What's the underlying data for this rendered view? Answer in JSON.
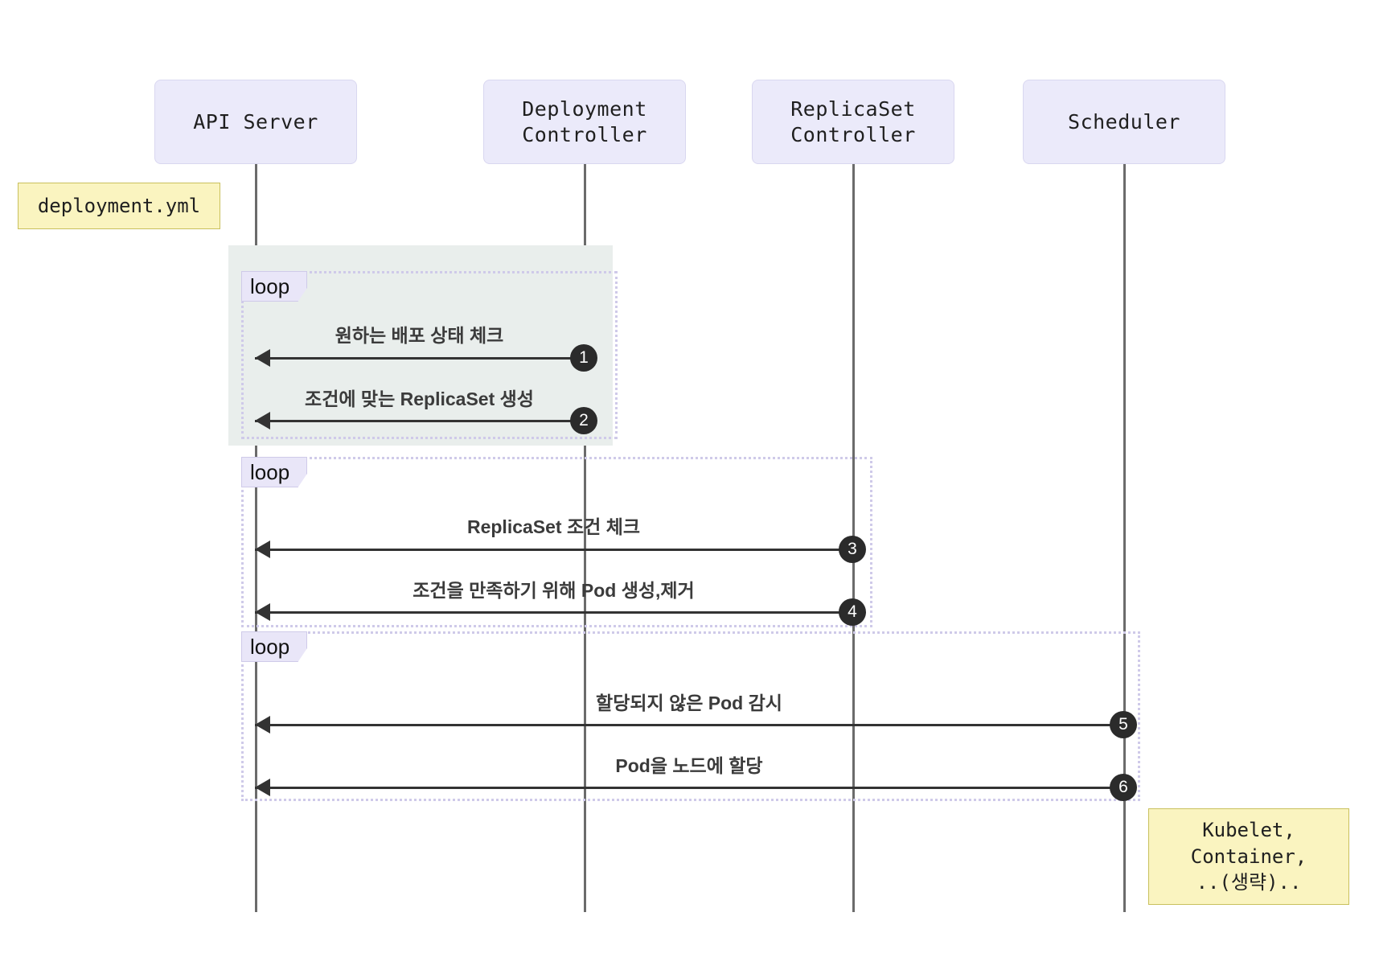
{
  "diagram": {
    "type": "sequence-diagram",
    "title": "Kubernetes Deployment sequence",
    "colors": {
      "participant_fill": "#ebeafa",
      "participant_border": "#d9d7f0",
      "note_fill": "#faf4c0",
      "note_border": "#c9c05d",
      "loop_shade": "#e9eeec",
      "loop_border": "#cfcae9",
      "loop_tag_fill": "#e9e6f8",
      "lifeline": "#6b6b6b",
      "message_line": "#333333",
      "badge_fill": "#2b2b2b",
      "label_text": "#3b3b3b"
    }
  },
  "participants": [
    {
      "id": "api-server",
      "label": "API Server"
    },
    {
      "id": "deployment-controller",
      "label": "Deployment\nController"
    },
    {
      "id": "replicaset-controller",
      "label": "ReplicaSet\nController"
    },
    {
      "id": "scheduler",
      "label": "Scheduler"
    }
  ],
  "notes": [
    {
      "id": "deployment-yml",
      "text": "deployment.yml"
    },
    {
      "id": "kubelet-note",
      "text": "Kubelet,\nContainer,\n..(생략).."
    }
  ],
  "fragments": [
    {
      "id": "loop-1",
      "label": "loop",
      "shaded": true
    },
    {
      "id": "loop-2",
      "label": "loop",
      "shaded": false
    },
    {
      "id": "loop-3",
      "label": "loop",
      "shaded": false
    }
  ],
  "messages": [
    {
      "seq": "1",
      "from": "deployment-controller",
      "to": "api-server",
      "label": "원하는 배포 상태 체크"
    },
    {
      "seq": "2",
      "from": "deployment-controller",
      "to": "api-server",
      "label": "조건에 맞는 ReplicaSet 생성"
    },
    {
      "seq": "3",
      "from": "replicaset-controller",
      "to": "api-server",
      "label": "ReplicaSet 조건 체크"
    },
    {
      "seq": "4",
      "from": "replicaset-controller",
      "to": "api-server",
      "label": "조건을 만족하기 위해 Pod 생성,제거"
    },
    {
      "seq": "5",
      "from": "scheduler",
      "to": "api-server",
      "label": "할당되지 않은 Pod 감시"
    },
    {
      "seq": "6",
      "from": "scheduler",
      "to": "api-server",
      "label": "Pod을 노드에 할당"
    }
  ]
}
